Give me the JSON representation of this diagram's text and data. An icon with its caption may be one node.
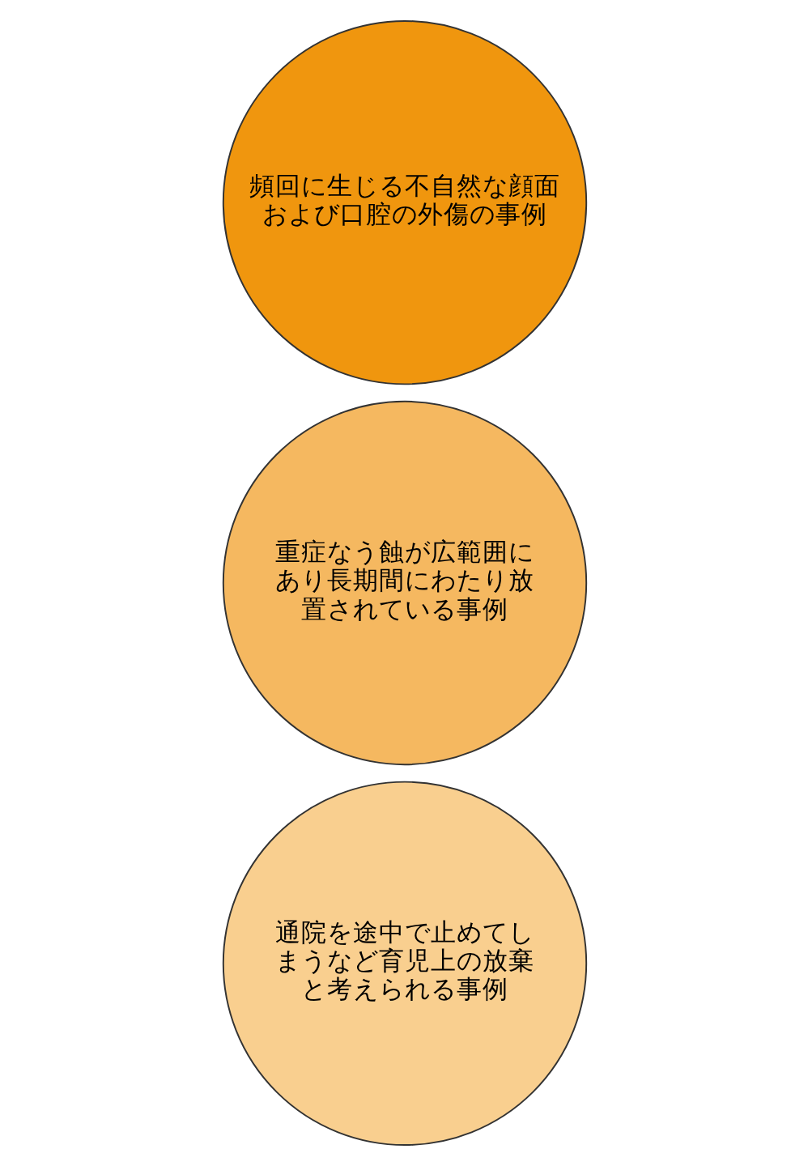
{
  "diagram": {
    "nodes": [
      {
        "text": [
          "頻回に生じる不自然な顔面および口腔の外傷の事例"
        ]
      },
      {
        "text": [
          "重症なう蝕が広範囲にあり長期間にわたり放置されている事例"
        ]
      },
      {
        "text": [
          "通院を途中で止めてしまうなど育児上の放棄と考えられる事例"
        ]
      }
    ],
    "edges": []
  }
}
